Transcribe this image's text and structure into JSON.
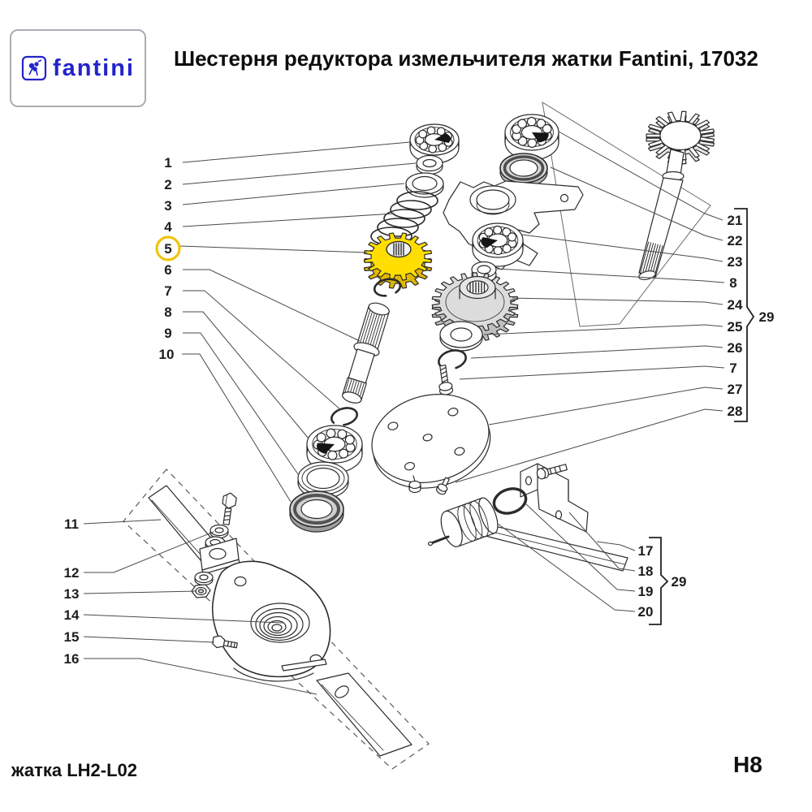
{
  "header": {
    "logo_text": "fantini",
    "title": "Шестерня редуктора измельчителя жатки Fantini, 17032"
  },
  "footer": {
    "left_label": "жатка LH2-L02",
    "right_label": "H8"
  },
  "diagram": {
    "highlighted_item": "5",
    "callouts": {
      "left_top": [
        "1",
        "2",
        "3",
        "4",
        "5",
        "6",
        "7",
        "8",
        "9",
        "10"
      ],
      "left_bottom": [
        "11",
        "12",
        "13",
        "14",
        "15",
        "16"
      ],
      "right_top": [
        "21",
        "22",
        "23",
        "8",
        "24",
        "25",
        "26",
        "7",
        "27",
        "28"
      ],
      "right_bottom": [
        "17",
        "18",
        "19",
        "20"
      ],
      "right_top_group": "29",
      "right_bottom_group": "29"
    },
    "colors": {
      "highlight_gear": "#FFDE00",
      "highlight_ring": "#F2C40C",
      "gear_gray": "#DCDCDC",
      "line": "#2b2b2b"
    }
  }
}
